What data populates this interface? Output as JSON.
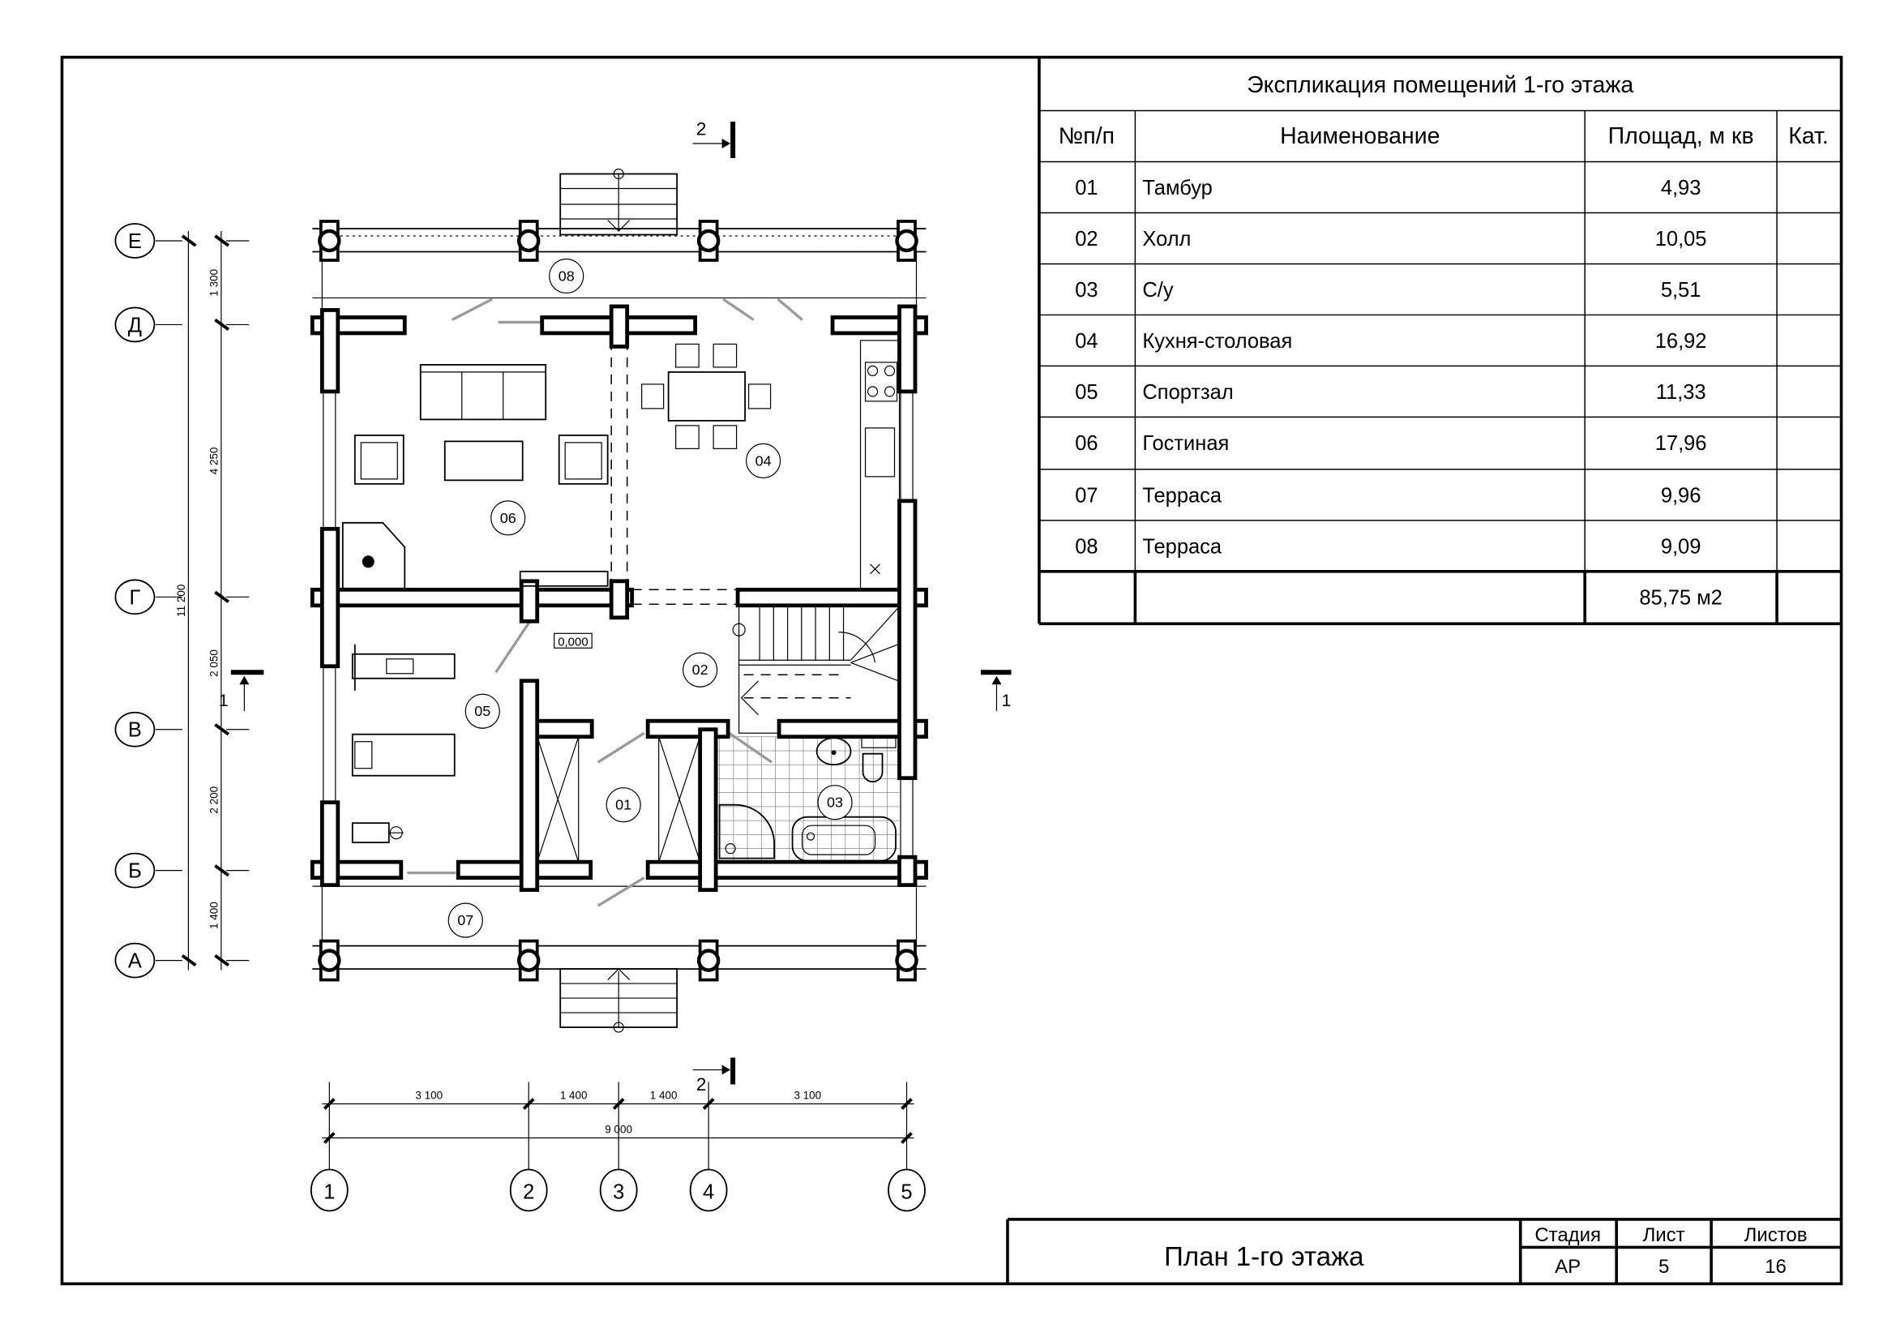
{
  "explication": {
    "title": "Экспликация помещений 1-го этажа",
    "headers": [
      "№п/п",
      "Наименование",
      "Площад, м кв",
      "Кат."
    ],
    "rows": [
      {
        "num": "01",
        "name": "Тамбур",
        "area": "4,93",
        "cat": ""
      },
      {
        "num": "02",
        "name": "Холл",
        "area": "10,05",
        "cat": ""
      },
      {
        "num": "03",
        "name": "С/у",
        "area": "5,51",
        "cat": ""
      },
      {
        "num": "04",
        "name": "Кухня-столовая",
        "area": "16,92",
        "cat": ""
      },
      {
        "num": "05",
        "name": "Спортзал",
        "area": "11,33",
        "cat": ""
      },
      {
        "num": "06",
        "name": "Гостиная",
        "area": "17,96",
        "cat": ""
      },
      {
        "num": "07",
        "name": "Терраса",
        "area": "9,96",
        "cat": ""
      },
      {
        "num": "08",
        "name": "Терраса",
        "area": "9,09",
        "cat": ""
      }
    ],
    "total": "85,75 м2"
  },
  "title_block": {
    "sheet_title": "План 1-го этажа",
    "stage_label": "Стадия",
    "sheet_label": "Лист",
    "sheets_label": "Листов",
    "stage": "АР",
    "sheet": "5",
    "sheets": "16"
  },
  "plan": {
    "axes_letters": [
      "Е",
      "Д",
      "Г",
      "В",
      "Б",
      "А"
    ],
    "axes_numbers": [
      "1",
      "2",
      "3",
      "4",
      "5"
    ],
    "dims_vertical": [
      "1 300",
      "4 250",
      "2 050",
      "2 200",
      "1 400"
    ],
    "dim_vertical_total": "11 200",
    "dims_horizontal": [
      "3 100",
      "1 400",
      "1 400",
      "3 100"
    ],
    "dim_horizontal_total": "9 000",
    "rooms": [
      "01",
      "02",
      "03",
      "04",
      "05",
      "06",
      "07",
      "08"
    ],
    "level_mark": "0,000",
    "section_1": "1",
    "section_2": "2"
  }
}
